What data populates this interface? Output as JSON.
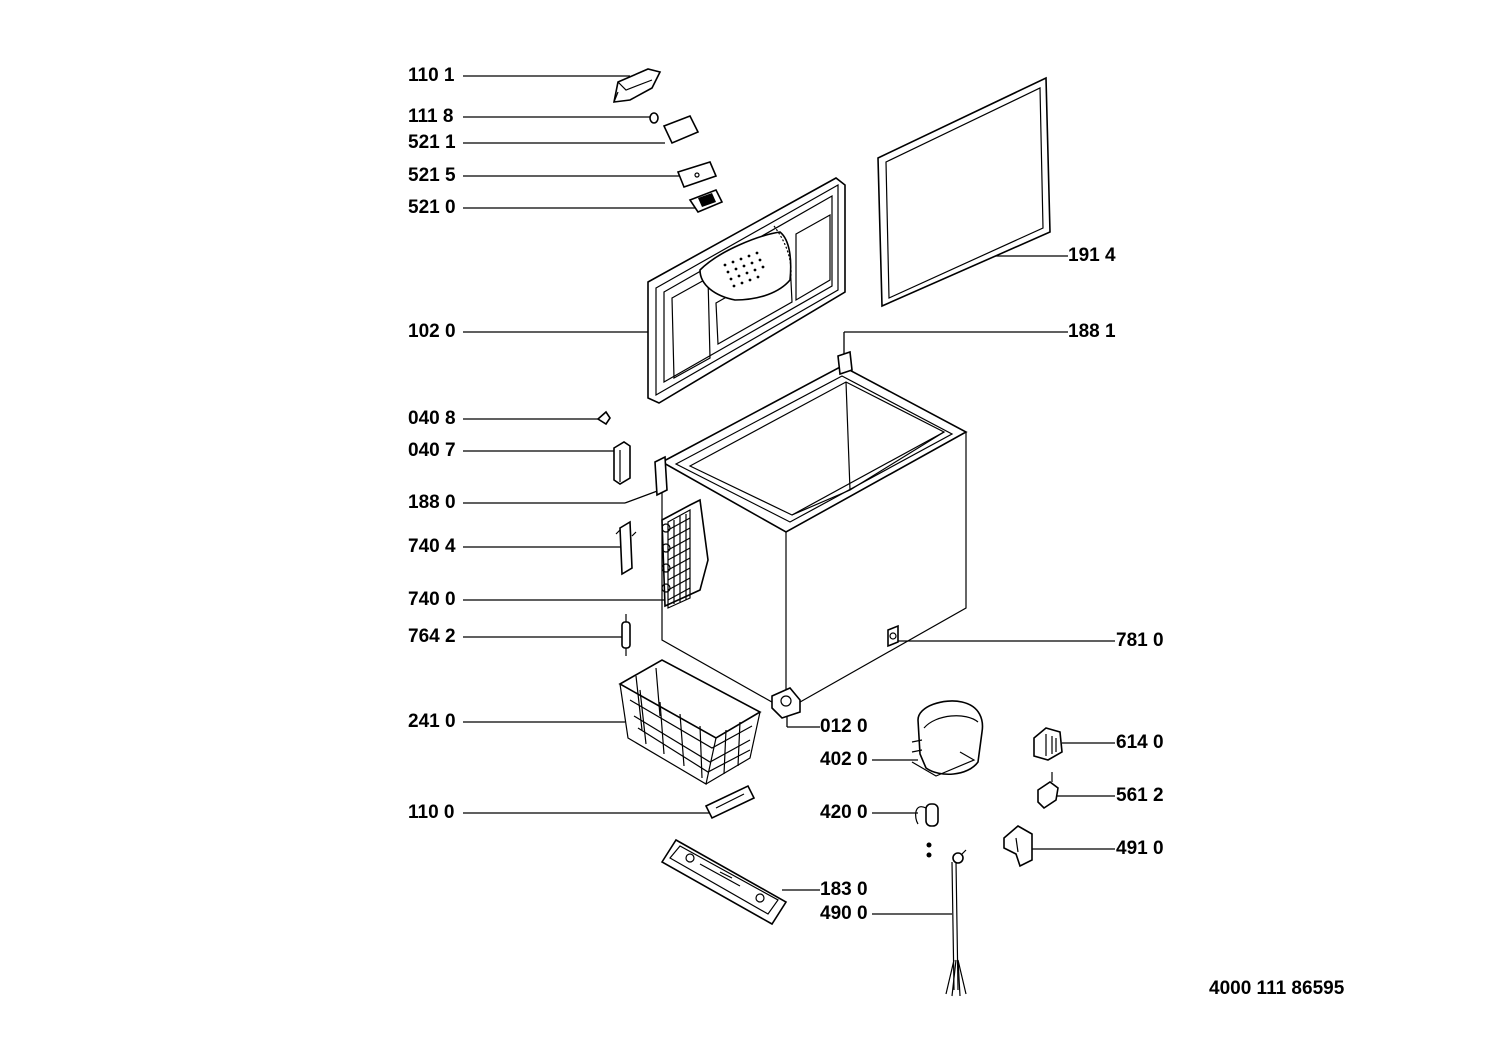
{
  "parts": [
    {
      "code": "110 1",
      "name": "handle-cover"
    },
    {
      "code": "111 8",
      "name": "lamp"
    },
    {
      "code": "521 1",
      "name": "lens"
    },
    {
      "code": "521 5",
      "name": "thermostat-panel"
    },
    {
      "code": "521 0",
      "name": "thermostat"
    },
    {
      "code": "102 0",
      "name": "lid"
    },
    {
      "code": "191 4",
      "name": "door-gasket"
    },
    {
      "code": "188 1",
      "name": "hinge-right"
    },
    {
      "code": "040 8",
      "name": "clip"
    },
    {
      "code": "040 7",
      "name": "hinge-cover"
    },
    {
      "code": "188 0",
      "name": "hinge-left"
    },
    {
      "code": "740 4",
      "name": "bracket"
    },
    {
      "code": "740 0",
      "name": "condenser"
    },
    {
      "code": "764 2",
      "name": "filter-drier"
    },
    {
      "code": "781 0",
      "name": "drain-plug"
    },
    {
      "code": "241 0",
      "name": "basket"
    },
    {
      "code": "012 0",
      "name": "foot"
    },
    {
      "code": "402 0",
      "name": "compressor"
    },
    {
      "code": "614 0",
      "name": "relay"
    },
    {
      "code": "420 0",
      "name": "capacitor"
    },
    {
      "code": "561 2",
      "name": "overload-protector"
    },
    {
      "code": "110 0",
      "name": "handle"
    },
    {
      "code": "491 0",
      "name": "relay-cover"
    },
    {
      "code": "183 0",
      "name": "base-plate"
    },
    {
      "code": "490 0",
      "name": "power-cord"
    }
  ],
  "document_number": "4000 111 86595"
}
